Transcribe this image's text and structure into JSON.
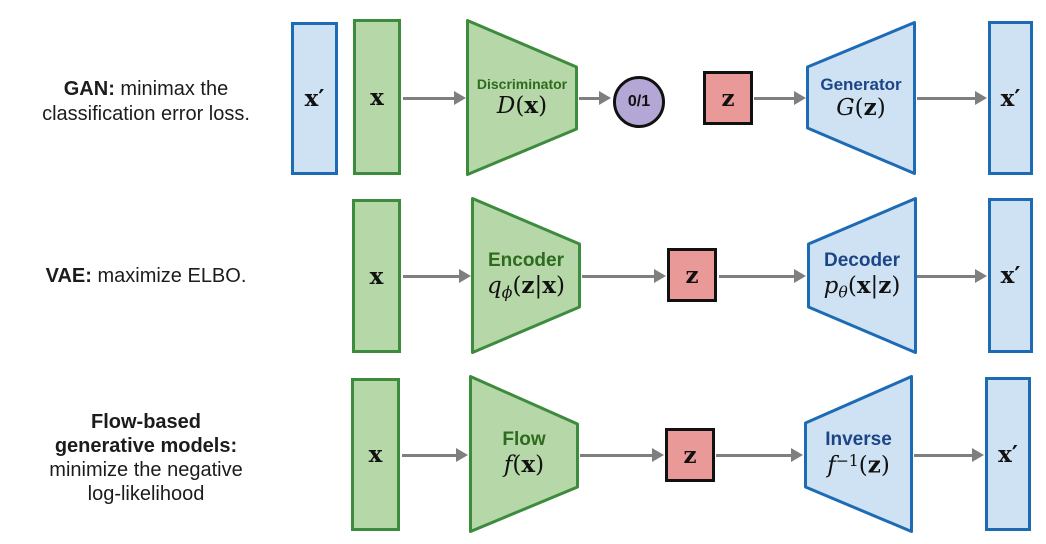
{
  "palette": {
    "green_fill": "#b6d7a8",
    "green_border": "#3d8b3d",
    "green_title_text": "#2d6b1e",
    "blue_fill": "#cfe2f3",
    "blue_border": "#1e6bb5",
    "blue_title_text": "#1c4587",
    "red_fill": "#ea9999",
    "purple_fill": "#b4a7d6",
    "shape_outline_black": "#111111",
    "arrow_gray": "#7f7f7f",
    "label_text": "#1c1c1c"
  },
  "rows": {
    "gan": {
      "label_bold": "GAN:",
      "label_line1_rest": " minimax the",
      "label_line2": "classification error loss.",
      "x_recon_left": "x′",
      "x_input": "x",
      "discriminator": {
        "title": "Discriminator",
        "formula": {
          "fn": "D",
          "open": "(",
          "arg": "x",
          "close": ")"
        }
      },
      "output_badge": "0/1",
      "z_latent": "z",
      "generator": {
        "title": "Generator",
        "formula": {
          "fn": "G",
          "open": "(",
          "arg": "z",
          "close": ")"
        }
      },
      "x_recon_right": "x′"
    },
    "vae": {
      "label_bold": "VAE:",
      "label_rest": " maximize ELBO.",
      "x_input": "x",
      "encoder": {
        "title": "Encoder",
        "formula": {
          "fn": "q",
          "sub": "ϕ",
          "open": "(",
          "arg1": "z",
          "pipe": "|",
          "arg2": "x",
          "close": ")"
        }
      },
      "z_latent": "z",
      "decoder": {
        "title": "Decoder",
        "formula": {
          "fn": "p",
          "sub": "θ",
          "open": "(",
          "arg1": "x",
          "pipe": "|",
          "arg2": "z",
          "close": ")"
        }
      },
      "x_recon": "x′"
    },
    "flow": {
      "label_line1": "Flow-based",
      "label_line2": "generative models:",
      "label_line3": "minimize the negative",
      "label_line4": "log-likelihood",
      "x_input": "x",
      "flow_block": {
        "title": "Flow",
        "formula": {
          "fn": "f",
          "open": "(",
          "arg": "x",
          "close": ")"
        }
      },
      "z_latent": "z",
      "inverse_block": {
        "title": "Inverse",
        "formula": {
          "fn": "f",
          "sup": "−1",
          "open": "(",
          "arg": "z",
          "close": ")"
        }
      },
      "x_recon": "x′"
    }
  }
}
